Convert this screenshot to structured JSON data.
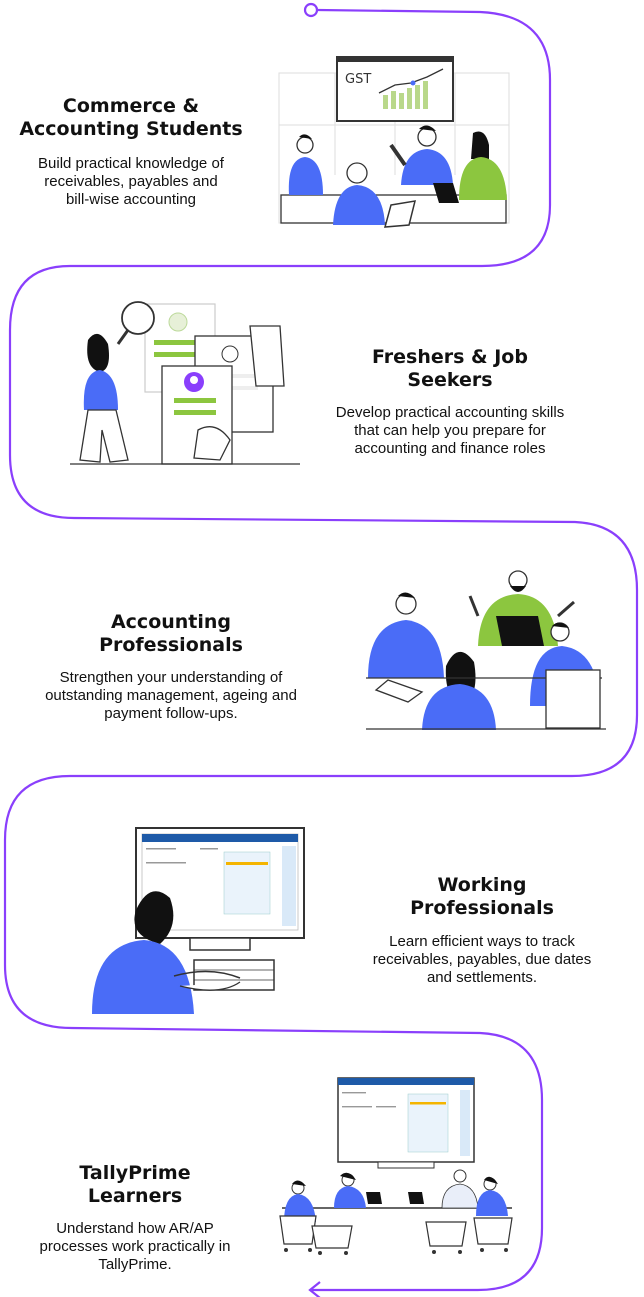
{
  "colors": {
    "connector_purple": "#8a3ffc",
    "figure_blue": "#4a6cf7",
    "figure_green": "#8cc63f",
    "screen_blue": "#1e5aa8",
    "line_gray": "#333333"
  },
  "sections": [
    {
      "heading": "Commerce & Accounting Students",
      "description": "Build practical knowledge of receivables, payables and bill-wise accounting",
      "illustration": "classroom-gst-presentation",
      "board_text": "GST"
    },
    {
      "heading": "Freshers & Job Seekers",
      "description": "Develop practical accounting skills that can help you prepare for accounting and finance roles",
      "illustration": "job-seeker-resumes"
    },
    {
      "heading": "Accounting Professionals",
      "description": "Strengthen your understanding of outstanding management, ageing and payment follow-ups.",
      "illustration": "professionals-meeting"
    },
    {
      "heading": "Working Professionals",
      "description": "Learn efficient ways to track receivables, payables, due dates and settlements.",
      "illustration": "woman-at-computer"
    },
    {
      "heading": "TallyPrime Learners",
      "description": "Understand how AR/AP processes work practically in TallyPrime.",
      "illustration": "team-training-session"
    }
  ]
}
